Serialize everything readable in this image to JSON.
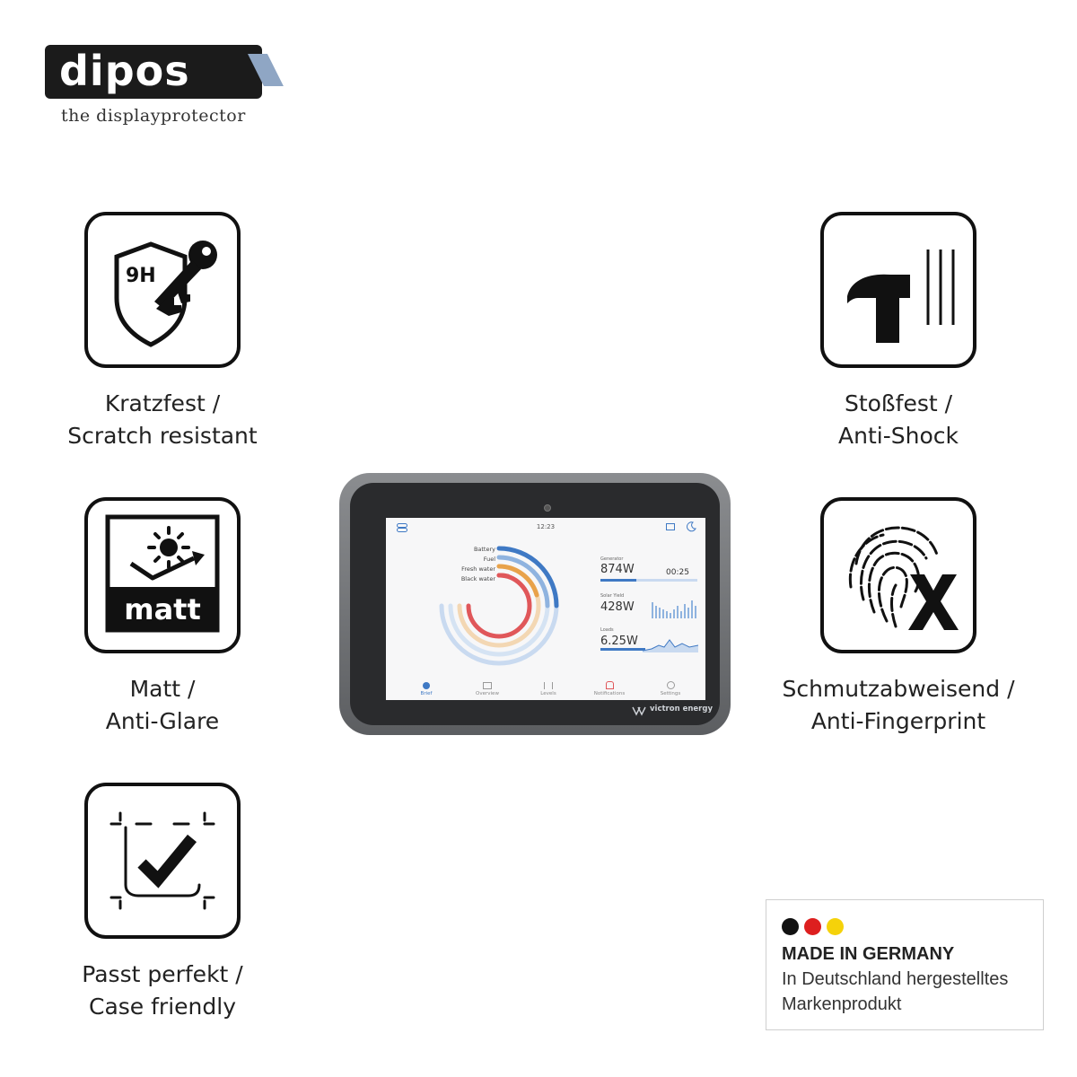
{
  "brand": {
    "name": "dipos",
    "tagline": "the displayprotector"
  },
  "features": {
    "scratch": {
      "badge": "9H",
      "line1": "Kratzfest /",
      "line2": "Scratch resistant"
    },
    "shock": {
      "line1": "Stoßfest /",
      "line2": "Anti-Shock"
    },
    "matt": {
      "badge": "matt",
      "line1": "Matt /",
      "line2": "Anti-Glare"
    },
    "fingerprint": {
      "line1": "Schmutzabweisend /",
      "line2": "Anti-Fingerprint"
    },
    "fit": {
      "line1": "Passt perfekt /",
      "line2": "Case friendly"
    }
  },
  "device": {
    "brand": "victron energy",
    "screen": {
      "time": "12:23",
      "legend": [
        "Battery",
        "Fuel",
        "Fresh water",
        "Black water"
      ],
      "generator": {
        "label": "Generator",
        "value": "874W",
        "aux": "00:25"
      },
      "solar": {
        "label": "Solar Yield",
        "value": "428W"
      },
      "loads": {
        "label": "Loads",
        "value": "6.25W"
      },
      "nav": [
        "Brief",
        "Overview",
        "Levels",
        "Notifications",
        "Settings"
      ],
      "colors": {
        "battery": "#3f79c4",
        "fuel": "#8fb3df",
        "fresh": "#e8a24a",
        "black": "#e0575a"
      }
    }
  },
  "made_in": {
    "title": "MADE IN GERMANY",
    "line1": "In Deutschland hergestelltes",
    "line2": "Markenprodukt",
    "colors": [
      "#111111",
      "#dd1f1f",
      "#f5d20a"
    ]
  }
}
